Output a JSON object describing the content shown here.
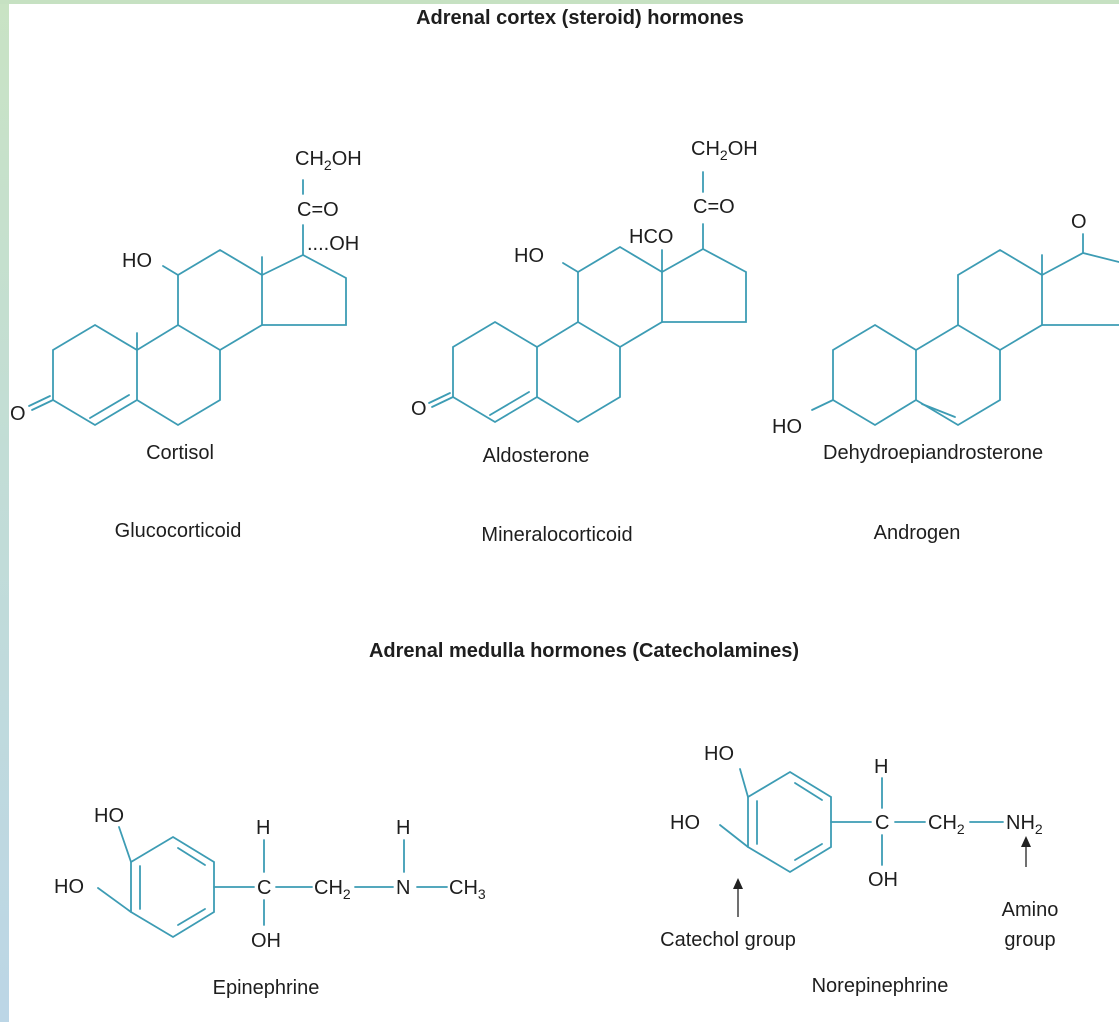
{
  "headings": {
    "cortex": "Adrenal cortex (steroid) hormones",
    "medulla": "Adrenal medulla hormones (Catecholamines)"
  },
  "compounds": {
    "cortisol": {
      "name": "Cortisol",
      "class": "Glucocorticoid"
    },
    "aldosterone": {
      "name": "Aldosterone",
      "class": "Mineralocorticoid"
    },
    "dhea": {
      "name": "Dehydroepiandrosterone",
      "class": "Androgen"
    },
    "epinephrine": {
      "name": "Epinephrine"
    },
    "norepinephrine": {
      "name": "Norepinephrine"
    }
  },
  "groups": {
    "ch2oh_main": "CH",
    "ch2oh_sub": "2",
    "ch2oh_tail": "OH",
    "carbonyl": "C=O",
    "oh": "OH",
    "oh_dotted": "....OH",
    "ho": "HO",
    "o": "O",
    "hco": "HCO",
    "h": "H",
    "c": "C",
    "ch2_main": "CH",
    "ch2_sub": "2",
    "n": "N",
    "ch3_main": "CH",
    "ch3_sub": "3",
    "nh2_main": "NH",
    "nh2_sub": "2"
  },
  "annotations": {
    "catechol": "Catechol group",
    "amino_1": "Amino",
    "amino_2": "group"
  },
  "colors": {
    "bond": "#3d9cb4",
    "text": "#1e1e1e",
    "frame": "#c6e1c2"
  }
}
